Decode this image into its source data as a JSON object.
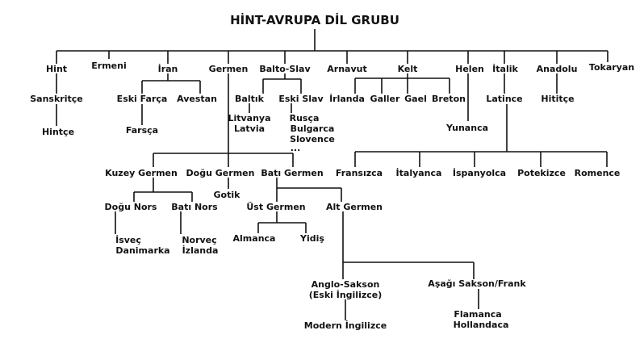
{
  "title": "HİNT-AVRUPA DİL GRUBU",
  "nodes": {
    "hint": "Hint",
    "sanskritce": "Sanskritçe",
    "hintce": "Hintçe",
    "ermeni": "Ermeni",
    "iran": "İran",
    "eski_farca": "Eski Farça",
    "avestan": "Avestan",
    "farsca": "Farsça",
    "germen": "Germen",
    "balto_slav": "Balto-Slav",
    "baltik": "Baltık",
    "litvanya": "Litvanya",
    "latvia": "Latvia",
    "eski_slav": "Eski Slav",
    "rusca": "Rusça",
    "bulgarca": "Bulgarca",
    "slovence": "Slovence",
    "ellipsis": "...",
    "arnavut": "Arnavut",
    "kelt": "Kelt",
    "irlanda": "İrlanda",
    "galler": "Galler",
    "gael": "Gael",
    "breton": "Breton",
    "helen": "Helen",
    "yunanca": "Yunanca",
    "italik": "İtalik",
    "latince": "Latince",
    "anadolu": "Anadolu",
    "hititce": "Hititçe",
    "tokaryan": "Tokaryan",
    "kuzey_germen": "Kuzey Germen",
    "dogu_germen": "Doğu Germen",
    "bati_germen": "Batı Germen",
    "gotik": "Gotik",
    "dogu_nors": "Doğu Nors",
    "bati_nors": "Batı Nors",
    "isvec": "İsveç",
    "danimarka": "Danimarka",
    "norvec": "Norveç",
    "izlanda": "İzlanda",
    "ust_germen": "Üst Germen",
    "alt_germen": "Alt Germen",
    "almanca": "Almanca",
    "yidis": "Yidiş",
    "anglo_sakson": "Anglo-Sakson",
    "eski_ingilizce": "(Eski İngilizce)",
    "modern_ingilizce": "Modern İngilizce",
    "asagi_sakson": "Aşağı Sakson/Frank",
    "flamanca": "Flamanca",
    "hollandaca": "Hollandaca",
    "fransizca": "Fransızca",
    "italyanca": "İtalyanca",
    "ispanyolca": "İspanyolca",
    "potekizce": "Potekizce",
    "romence": "Romence"
  }
}
